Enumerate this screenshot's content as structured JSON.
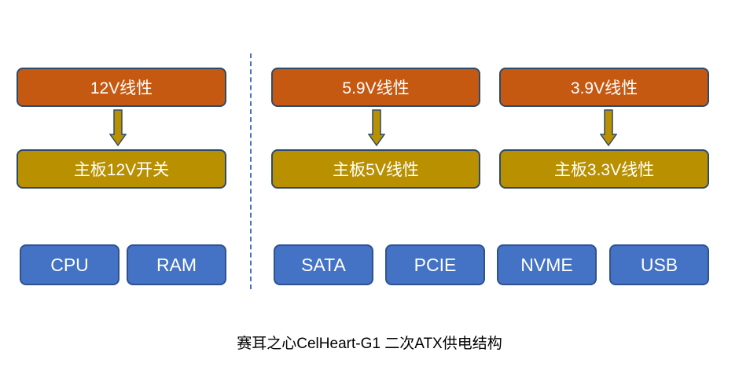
{
  "rails": [
    {
      "source": "12V线性",
      "target": "主板12V开关"
    },
    {
      "source": "5.9V线性",
      "target": "主板5V线性"
    },
    {
      "source": "3.9V线性",
      "target": "主板3.3V线性"
    }
  ],
  "components": [
    "CPU",
    "RAM",
    "SATA",
    "PCIE",
    "NVME",
    "USB"
  ],
  "caption": "赛耳之心CelHeart-G1 二次ATX供电结构",
  "colors": {
    "source_box": "#c65911",
    "target_box": "#b89000",
    "component_box": "#4472c4",
    "divider": "#4472c4"
  }
}
